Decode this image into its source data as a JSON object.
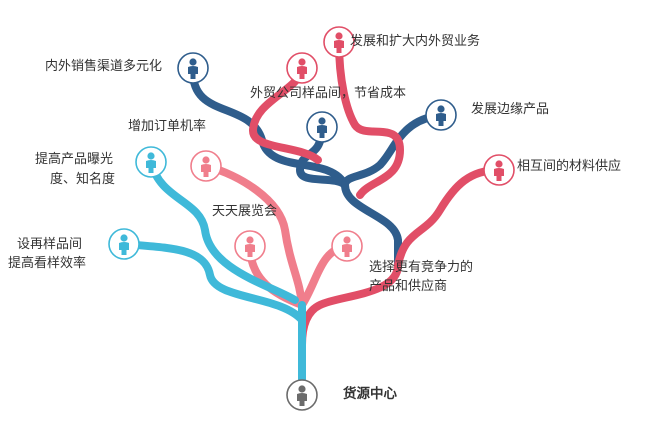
{
  "colors": {
    "dark_blue": "#2f5d8c",
    "red": "#e14e67",
    "pink": "#f07e8c",
    "cyan": "#3fb9d9",
    "grey": "#6b6b6b",
    "text": "#333333"
  },
  "diagram": {
    "root": {
      "label": "货源中心",
      "icon": "person-icon",
      "color": "grey"
    },
    "nodes": [
      {
        "id": "n1",
        "label": "内外销售渠道多元化",
        "icon": "person-icon",
        "color": "dark_blue"
      },
      {
        "id": "n2",
        "label": "发展和扩大内外贸业务",
        "icon": "person-icon",
        "color": "red"
      },
      {
        "id": "n3",
        "label": "外贸公司样品间，节省成本",
        "icon": "person-icon",
        "color": "red"
      },
      {
        "id": "n4",
        "label": "增加订单机率",
        "icon": "person-icon",
        "color": "dark_blue"
      },
      {
        "id": "n5",
        "label": "发展边缘产品",
        "icon": "person-icon",
        "color": "dark_blue"
      },
      {
        "id": "n6",
        "label": "提高产品曝光度、知名度",
        "icon": "person-icon",
        "color": "cyan"
      },
      {
        "id": "n7",
        "label": "相互间的材料供应",
        "icon": "person-icon",
        "color": "red"
      },
      {
        "id": "n8",
        "label": "天天展览会",
        "icon": "person-icon",
        "color": "pink"
      },
      {
        "id": "n9",
        "label": "设再样品间提高看样效率",
        "icon": "person-icon",
        "color": "cyan"
      },
      {
        "id": "n10",
        "label": "选择更有竞争力的产品和供应商",
        "icon": "person-icon",
        "color": "pink"
      }
    ]
  }
}
